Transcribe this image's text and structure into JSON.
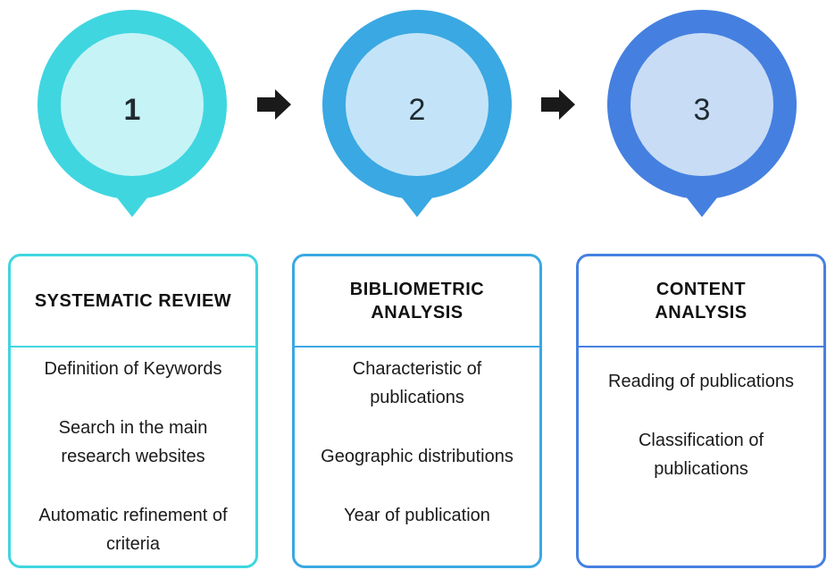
{
  "colors": {
    "step1_outer": "#3fd6e0",
    "step1_inner": "#c6f3f6",
    "step2_outer": "#3aa8e2",
    "step2_inner": "#c3e4f8",
    "step3_outer": "#4580e0",
    "step3_inner": "#c8dcf5",
    "arrow": "#1a1a1a"
  },
  "steps": [
    {
      "number": "1",
      "title": "SYSTEMATIC REVIEW",
      "items": [
        "Definition of Keywords",
        "Search in the main\nresearch websites",
        "Automatic refinement of\ncriteria"
      ]
    },
    {
      "number": "2",
      "title": "BIBLIOMETRIC\nANALYSIS",
      "items": [
        "Characteristic of\npublications",
        "Geographic distributions",
        "Year of publication"
      ]
    },
    {
      "number": "3",
      "title": "CONTENT\nANALYSIS",
      "items": [
        "Reading of publications",
        "Classification of\npublications"
      ]
    }
  ]
}
